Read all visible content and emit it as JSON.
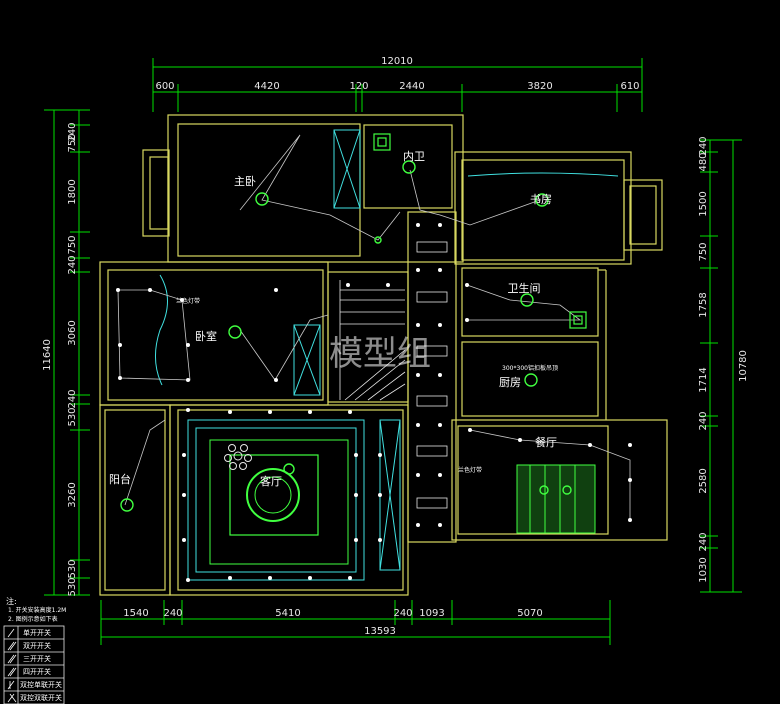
{
  "dimensions": {
    "top_total": "12010",
    "top_segments": [
      "600",
      "4420",
      "120",
      "2440",
      "3820",
      "610"
    ],
    "bottom_total": "13593",
    "bottom_segments": [
      "1540",
      "240",
      "5410",
      "240",
      "1093",
      "5070"
    ],
    "left_total": "11640",
    "left_segments": [
      "240",
      "750",
      "1800",
      "750",
      "240",
      "3060",
      "240",
      "530",
      "3260",
      "530",
      "530"
    ],
    "right_total": "10780",
    "right_segments": [
      "240",
      "480",
      "1500",
      "750",
      "1758",
      "1714",
      "240",
      "2580",
      "240",
      "1030"
    ]
  },
  "rooms": {
    "master_bedroom": "主卧",
    "ensuite": "内卫",
    "study": "书房",
    "bedroom": "卧室",
    "bathroom": "卫生间",
    "kitchen": "厨房",
    "kitchen_ceiling_note": "300*300铝扣板吊顶",
    "dining": "餐厅",
    "living": "客厅",
    "balcony": "阳台",
    "light_strip_bedroom": "兰色灯带",
    "light_strip_dining": "兰色灯带"
  },
  "watermark": "模型组",
  "notes": {
    "title": "注:",
    "line1": "1. 开关安装高度1.2M",
    "line2": "2. 图例示意如下表"
  },
  "legend": [
    {
      "label": "单开开关"
    },
    {
      "label": "双开开关"
    },
    {
      "label": "三开开关"
    },
    {
      "label": "四开开关"
    },
    {
      "label": "双控单联开关"
    },
    {
      "label": "双控双联开关"
    }
  ],
  "colors": {
    "wall": "#d8d860",
    "dim_line": "#00e000",
    "fixture": "#40ff40",
    "cyan": "#40e0e0",
    "wire": "#c8c8c8"
  }
}
